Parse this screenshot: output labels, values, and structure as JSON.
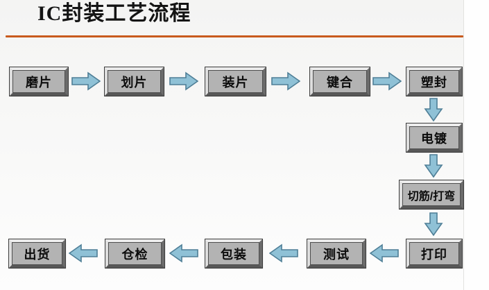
{
  "page": {
    "title": "IC封装工艺流程"
  },
  "colors": {
    "title_rule": "#c85a1d",
    "node_face": "#b3b3b3",
    "node_text": "#0c0c0c",
    "arrow_fill": "#8fc1d6",
    "arrow_stroke": "#4e7e96",
    "background": "#f7f7f6"
  },
  "flowchart": {
    "nodes": [
      {
        "id": "grind",
        "label": "磨片"
      },
      {
        "id": "dice",
        "label": "划片"
      },
      {
        "id": "die-attach",
        "label": "装片"
      },
      {
        "id": "bond",
        "label": "键合"
      },
      {
        "id": "mold",
        "label": "塑封"
      },
      {
        "id": "plate",
        "label": "电镀"
      },
      {
        "id": "trim-form",
        "label": "切筋/打弯"
      },
      {
        "id": "mark",
        "label": "打印"
      },
      {
        "id": "test",
        "label": "测试"
      },
      {
        "id": "pack",
        "label": "包装"
      },
      {
        "id": "warehouse-check",
        "label": "仓检"
      },
      {
        "id": "ship",
        "label": "出货"
      }
    ],
    "arrows": [
      {
        "from": "磨片",
        "to": "划片",
        "direction": "right"
      },
      {
        "from": "划片",
        "to": "装片",
        "direction": "right"
      },
      {
        "from": "装片",
        "to": "键合",
        "direction": "right"
      },
      {
        "from": "键合",
        "to": "塑封",
        "direction": "right"
      },
      {
        "from": "塑封",
        "to": "电镀",
        "direction": "down"
      },
      {
        "from": "电镀",
        "to": "切筋/打弯",
        "direction": "down"
      },
      {
        "from": "切筋/打弯",
        "to": "打印",
        "direction": "down"
      },
      {
        "from": "打印",
        "to": "测试",
        "direction": "left"
      },
      {
        "from": "测试",
        "to": "包装",
        "direction": "left"
      },
      {
        "from": "包装",
        "to": "仓检",
        "direction": "left"
      },
      {
        "from": "仓检",
        "to": "出货",
        "direction": "left"
      }
    ]
  }
}
